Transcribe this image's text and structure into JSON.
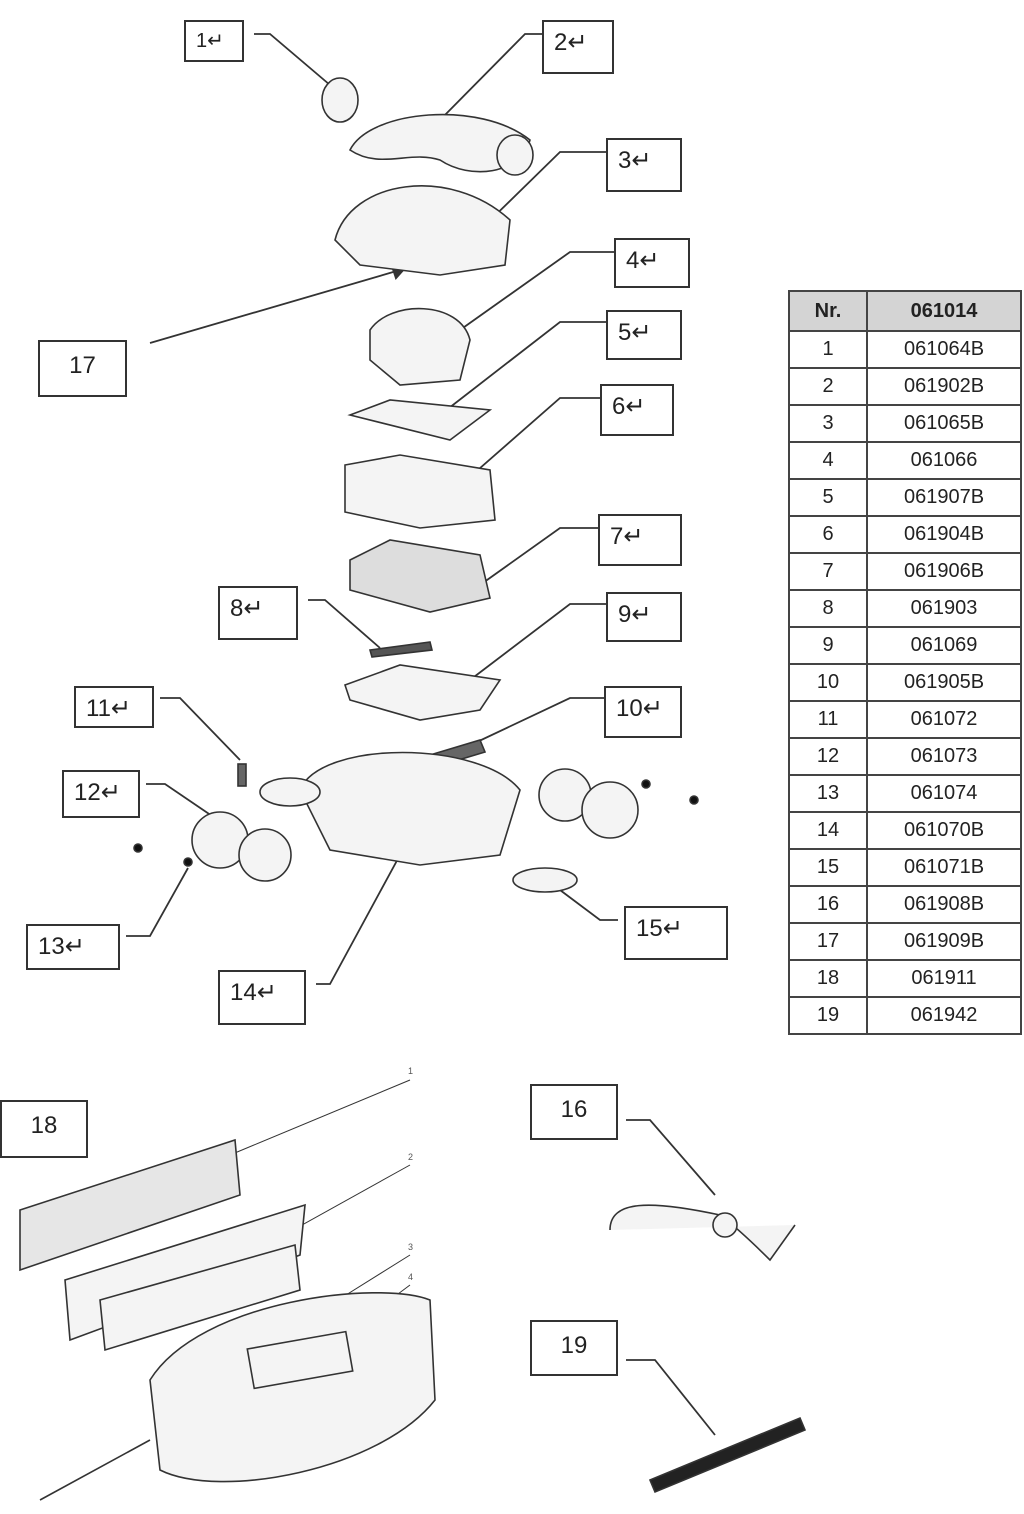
{
  "callouts": [
    {
      "id": "1",
      "text": "1↵"
    },
    {
      "id": "2",
      "text": "2↵"
    },
    {
      "id": "3",
      "text": "3↵"
    },
    {
      "id": "4",
      "text": "4↵"
    },
    {
      "id": "5",
      "text": "5↵"
    },
    {
      "id": "6",
      "text": "6↵"
    },
    {
      "id": "7",
      "text": "7↵"
    },
    {
      "id": "8",
      "text": "8↵"
    },
    {
      "id": "9",
      "text": "9↵"
    },
    {
      "id": "10",
      "text": "10↵"
    },
    {
      "id": "11",
      "text": "11↵"
    },
    {
      "id": "12",
      "text": "12↵"
    },
    {
      "id": "13",
      "text": "13↵"
    },
    {
      "id": "14",
      "text": "14↵"
    },
    {
      "id": "15",
      "text": "15↵"
    },
    {
      "id": "16",
      "text": "16"
    },
    {
      "id": "17",
      "text": "17"
    },
    {
      "id": "18",
      "text": "18"
    },
    {
      "id": "19",
      "text": "19"
    }
  ],
  "sub_labels": [
    "1",
    "2",
    "3",
    "4"
  ],
  "table": {
    "headers": [
      "Nr.",
      "061014"
    ],
    "rows": [
      [
        "1",
        "061064B"
      ],
      [
        "2",
        "061902B"
      ],
      [
        "3",
        "061065B"
      ],
      [
        "4",
        "061066"
      ],
      [
        "5",
        "061907B"
      ],
      [
        "6",
        "061904B"
      ],
      [
        "7",
        "061906B"
      ],
      [
        "8",
        "061903"
      ],
      [
        "9",
        "061069"
      ],
      [
        "10",
        "061905B"
      ],
      [
        "11",
        "061072"
      ],
      [
        "12",
        "061073"
      ],
      [
        "13",
        "061074"
      ],
      [
        "14",
        "061070B"
      ],
      [
        "15",
        "061071B"
      ],
      [
        "16",
        "061908B"
      ],
      [
        "17",
        "061909B"
      ],
      [
        "18",
        "061911"
      ],
      [
        "19",
        "061942"
      ]
    ]
  }
}
